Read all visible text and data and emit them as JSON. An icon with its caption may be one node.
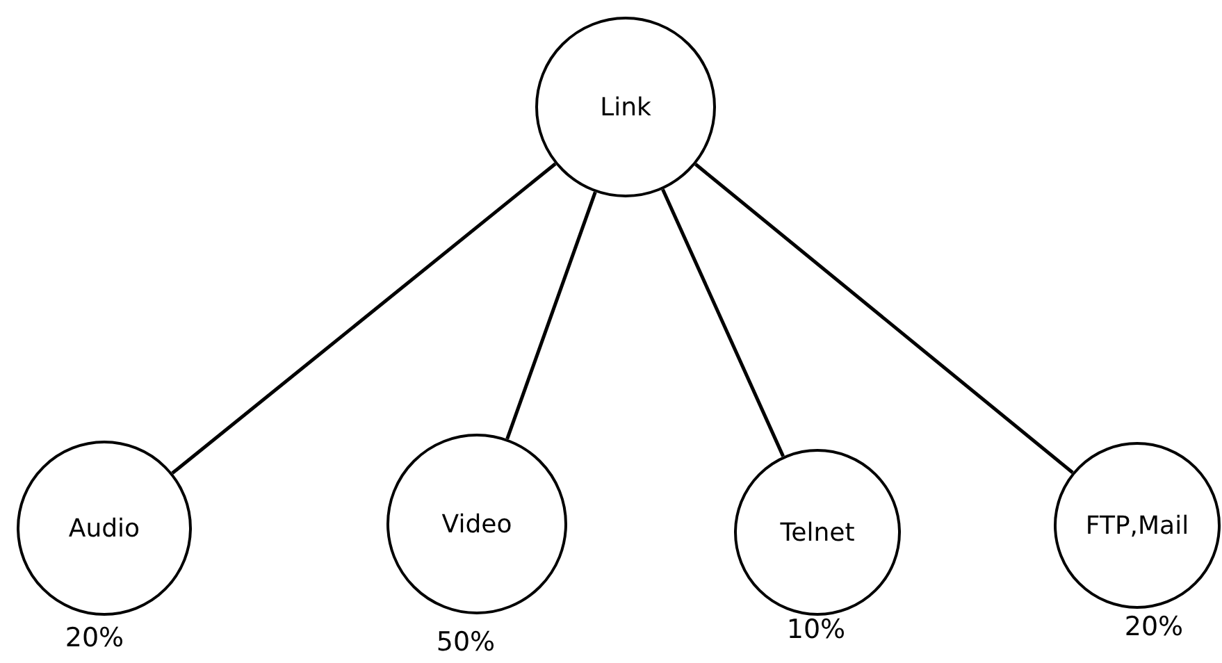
{
  "diagram": {
    "nodes": [
      {
        "text": [
          "Link"
        ]
      },
      {
        "text": [
          "Audio"
        ],
        "beside": [
          "20%"
        ]
      },
      {
        "text": [
          "Video"
        ],
        "beside": [
          "50%"
        ]
      },
      {
        "text": [
          "Telnet"
        ],
        "beside": [
          "10%"
        ]
      },
      {
        "text": [
          "FTP,Mail"
        ],
        "beside": [
          "20%"
        ]
      }
    ],
    "edges": [
      {
        "from": 0,
        "to": 1,
        "arrow": "none"
      },
      {
        "from": 0,
        "to": 2,
        "arrow": "none"
      },
      {
        "from": 0,
        "to": 3,
        "arrow": "none"
      },
      {
        "from": 0,
        "to": 4,
        "arrow": "none"
      }
    ]
  }
}
